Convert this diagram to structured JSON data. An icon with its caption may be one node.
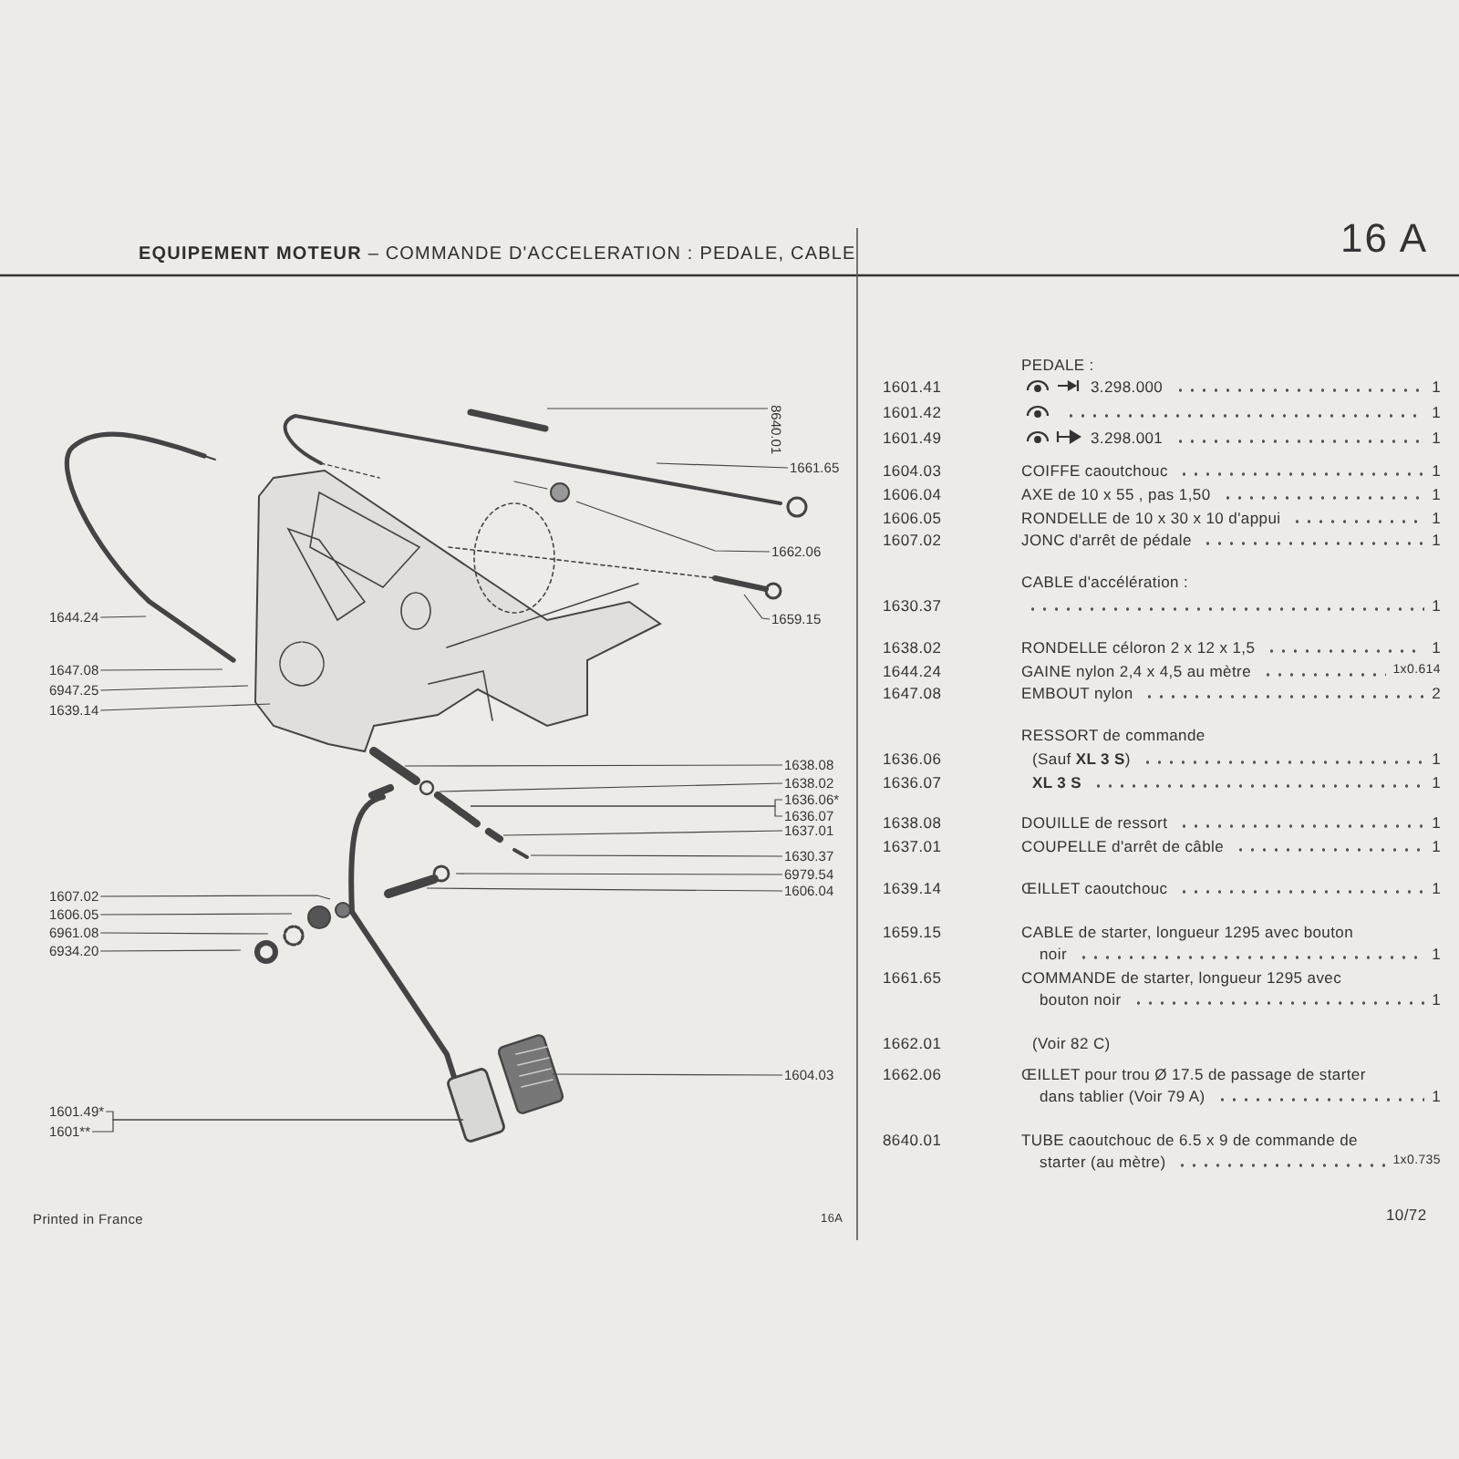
{
  "diagram": {
    "title": "**EQUIPEMENT MOTEUR** – COMMANDE D'ACCELERATION : PEDALE, CABLE",
    "nodes": [
      {
        "text": [
          "8640.01"
        ]
      },
      {
        "text": [
          "1661.65"
        ]
      },
      {
        "text": [
          "1662.06"
        ]
      },
      {
        "text": [
          "1644.24"
        ]
      },
      {
        "text": [
          "1659.15"
        ]
      },
      {
        "text": [
          "1647.08"
        ]
      },
      {
        "text": [
          "6947.25"
        ]
      },
      {
        "text": [
          "1639.14"
        ]
      },
      {
        "text": [
          "1638.08"
        ]
      },
      {
        "text": [
          "1638.02"
        ]
      },
      {
        "text": [
          "1636.06*"
        ]
      },
      {
        "text": [
          "1636.07"
        ]
      },
      {
        "text": [
          "1637.01"
        ]
      },
      {
        "text": [
          "1630.37"
        ]
      },
      {
        "text": [
          "6979.54"
        ]
      },
      {
        "text": [
          "1606.04"
        ]
      },
      {
        "text": [
          "1607.02"
        ]
      },
      {
        "text": [
          "1606.05"
        ]
      },
      {
        "text": [
          "6961.08"
        ]
      },
      {
        "text": [
          "6934.20"
        ]
      },
      {
        "text": [
          "1604.03"
        ]
      },
      {
        "text": [
          "1601.49*"
        ]
      },
      {
        "text": [
          "1601**"
        ]
      }
    ],
    "edges": [
      {
        "from": 0,
        "to": null,
        "arrow": "none"
      },
      {
        "from": 1,
        "to": null,
        "arrow": "none"
      },
      {
        "from": 2,
        "to": null,
        "arrow": "none"
      },
      {
        "from": 3,
        "to": null,
        "arrow": "none"
      },
      {
        "from": 4,
        "to": null,
        "arrow": "none"
      },
      {
        "from": 5,
        "to": null,
        "arrow": "none"
      },
      {
        "from": 6,
        "to": null,
        "arrow": "none"
      },
      {
        "from": 7,
        "to": null,
        "arrow": "none"
      },
      {
        "from": 8,
        "to": null,
        "arrow": "none"
      },
      {
        "from": 9,
        "to": null,
        "arrow": "none"
      },
      {
        "from": 10,
        "to": null,
        "arrow": "none"
      },
      {
        "from": 11,
        "to": null,
        "arrow": "none"
      },
      {
        "from": 12,
        "to": null,
        "arrow": "none"
      },
      {
        "from": 13,
        "to": null,
        "arrow": "none"
      },
      {
        "from": 14,
        "to": null,
        "arrow": "none"
      },
      {
        "from": 15,
        "to": null,
        "arrow": "none"
      },
      {
        "from": 16,
        "to": null,
        "arrow": "none"
      },
      {
        "from": 17,
        "to": null,
        "arrow": "none"
      },
      {
        "from": 18,
        "to": null,
        "arrow": "none"
      },
      {
        "from": 19,
        "to": null,
        "arrow": "none"
      },
      {
        "from": 20,
        "to": null,
        "arrow": "none"
      },
      {
        "from": 21,
        "to": null,
        "arrow": "none"
      },
      {
        "from": 22,
        "to": null,
        "arrow": "none"
      }
    ],
    "labels": [
      "16 A",
      "PEDALE :",
      "1601.41",
      "3.298.000",
      "1",
      "1601.42",
      "1",
      "1601.49",
      "3.298.001",
      "1",
      "1604.03",
      "COIFFE caoutchouc",
      "1",
      "1606.04",
      "AXE de 10 x 55 , pas 1,50",
      "1",
      "1606.05",
      "RONDELLE de 10 x 30 x 10 d'appui",
      "1",
      "1607.02",
      "JONC d'arrêt de pédale",
      "1",
      "CABLE d'accélération :",
      "1630.37",
      "1",
      "1638.02",
      "RONDELLE céloron 2 x 12 x 1,5",
      "1",
      "1644.24",
      "GAINE nylon 2,4 x 4,5 au mètre",
      "1x0.614",
      "1647.08",
      "EMBOUT nylon",
      "2",
      "RESSORT de commande",
      "1636.06",
      "(Sauf **XL 3 S**)",
      "1",
      "1636.07",
      "XL 3 S",
      "1",
      "1638.08",
      "DOUILLE de ressort",
      "1",
      "1637.01",
      "COUPELLE d'arrêt de câble",
      "1",
      "1639.14",
      "ŒILLET caoutchouc",
      "1",
      "1659.15",
      "CABLE de starter, longueur 1295 avec bouton noir",
      "1",
      "1661.65",
      "COMMANDE de starter, longueur 1295 avec bouton noir",
      "1",
      "1662.01",
      "(Voir 82 C)",
      "1662.06",
      "ŒILLET pour trou Ø 17.5 de passage de starter dans tablier (Voir 79 A)",
      "1",
      "8640.01",
      "TUBE caoutchouc de 6.5 x 9 de commande de starter (au mètre)",
      "1x0.735",
      "Printed in France",
      "16A",
      "10/72"
    ]
  }
}
